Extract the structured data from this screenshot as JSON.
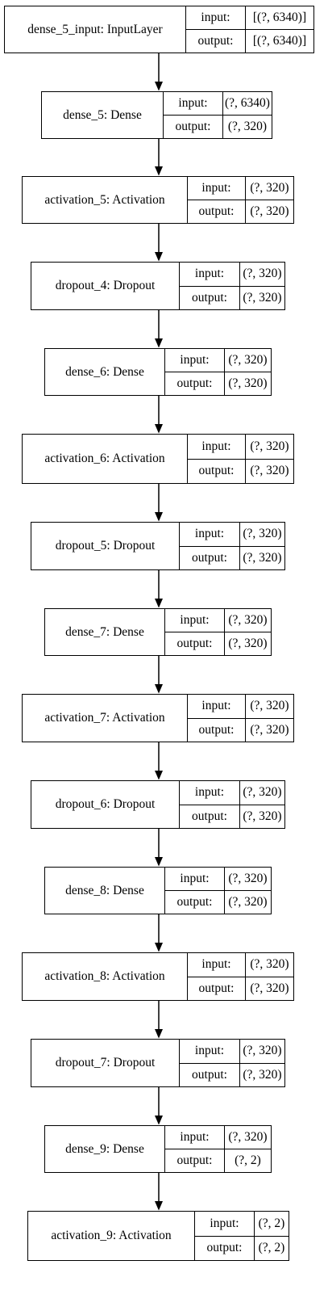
{
  "diagram": {
    "input_label": "input:",
    "output_label": "output:",
    "layers": [
      {
        "name": "dense_5_input: InputLayer",
        "input": "[(?, 6340)]",
        "output": "[(?, 6340)]"
      },
      {
        "name": "dense_5: Dense",
        "input": "(?, 6340)",
        "output": "(?, 320)"
      },
      {
        "name": "activation_5: Activation",
        "input": "(?, 320)",
        "output": "(?, 320)"
      },
      {
        "name": "dropout_4: Dropout",
        "input": "(?, 320)",
        "output": "(?, 320)"
      },
      {
        "name": "dense_6: Dense",
        "input": "(?, 320)",
        "output": "(?, 320)"
      },
      {
        "name": "activation_6: Activation",
        "input": "(?, 320)",
        "output": "(?, 320)"
      },
      {
        "name": "dropout_5: Dropout",
        "input": "(?, 320)",
        "output": "(?, 320)"
      },
      {
        "name": "dense_7: Dense",
        "input": "(?, 320)",
        "output": "(?, 320)"
      },
      {
        "name": "activation_7: Activation",
        "input": "(?, 320)",
        "output": "(?, 320)"
      },
      {
        "name": "dropout_6: Dropout",
        "input": "(?, 320)",
        "output": "(?, 320)"
      },
      {
        "name": "dense_8: Dense",
        "input": "(?, 320)",
        "output": "(?, 320)"
      },
      {
        "name": "activation_8: Activation",
        "input": "(?, 320)",
        "output": "(?, 320)"
      },
      {
        "name": "dropout_7: Dropout",
        "input": "(?, 320)",
        "output": "(?, 320)"
      },
      {
        "name": "dense_9: Dense",
        "input": "(?, 320)",
        "output": "(?, 2)"
      },
      {
        "name": "activation_9: Activation",
        "input": "(?, 2)",
        "output": "(?, 2)"
      }
    ]
  }
}
